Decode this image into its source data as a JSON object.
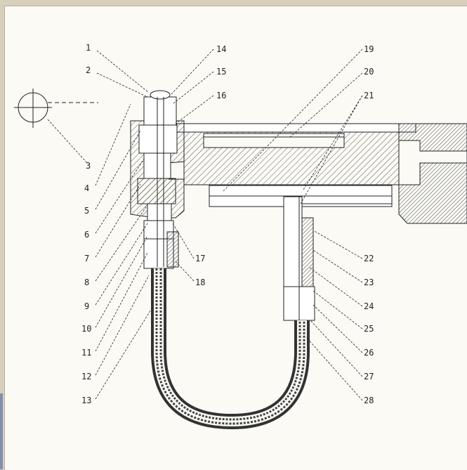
{
  "drawing": {
    "callouts_left": [
      "1",
      "2",
      "3",
      "4",
      "5",
      "6",
      "7",
      "8",
      "9",
      "10",
      "11",
      "12",
      "13"
    ],
    "callouts_mid": [
      "14",
      "15",
      "16",
      "17",
      "18"
    ],
    "callouts_right": [
      "19",
      "20",
      "21",
      "22",
      "23",
      "24",
      "25",
      "26",
      "27",
      "28"
    ],
    "ink_color": "#222222",
    "paper_color": "#fbfaf5"
  }
}
